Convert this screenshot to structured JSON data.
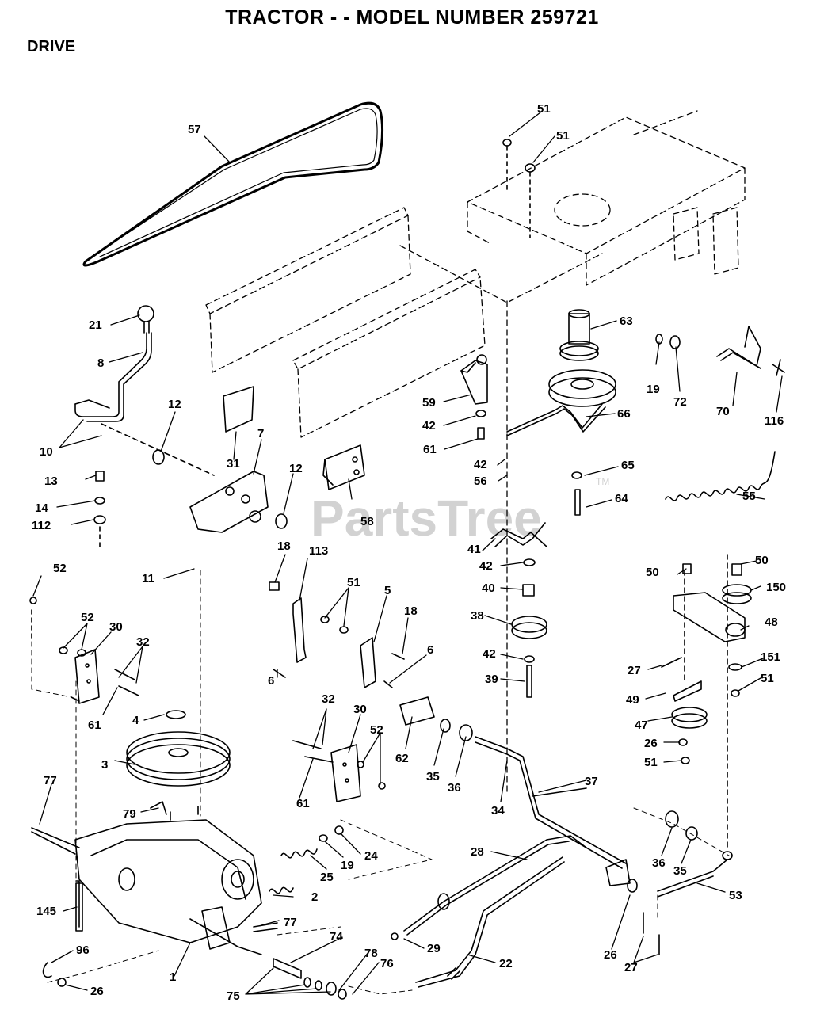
{
  "header": {
    "title": "TRACTOR - - MODEL NUMBER 259721",
    "section": "DRIVE"
  },
  "watermark": {
    "text": "PartsTree",
    "trademark": "TM",
    "color": "#d2d2d2"
  },
  "diagram": {
    "callouts": [
      {
        "id": "57",
        "text": "57"
      },
      {
        "id": "51a",
        "text": "51"
      },
      {
        "id": "51b",
        "text": "51"
      },
      {
        "id": "21",
        "text": "21"
      },
      {
        "id": "8",
        "text": "8"
      },
      {
        "id": "63",
        "text": "63"
      },
      {
        "id": "19a",
        "text": "19"
      },
      {
        "id": "72",
        "text": "72"
      },
      {
        "id": "70",
        "text": "70"
      },
      {
        "id": "116",
        "text": "116"
      },
      {
        "id": "59",
        "text": "59"
      },
      {
        "id": "66",
        "text": "66"
      },
      {
        "id": "42a",
        "text": "42"
      },
      {
        "id": "61a",
        "text": "61"
      },
      {
        "id": "12a",
        "text": "12"
      },
      {
        "id": "31",
        "text": "31"
      },
      {
        "id": "7",
        "text": "7"
      },
      {
        "id": "10",
        "text": "10"
      },
      {
        "id": "42b",
        "text": "42"
      },
      {
        "id": "56",
        "text": "56"
      },
      {
        "id": "65",
        "text": "65"
      },
      {
        "id": "13",
        "text": "13"
      },
      {
        "id": "12b",
        "text": "12"
      },
      {
        "id": "64",
        "text": "64"
      },
      {
        "id": "55",
        "text": "55"
      },
      {
        "id": "14",
        "text": "14"
      },
      {
        "id": "58",
        "text": "58"
      },
      {
        "id": "112",
        "text": "112"
      },
      {
        "id": "41",
        "text": "41"
      },
      {
        "id": "18a",
        "text": "18"
      },
      {
        "id": "113",
        "text": "113"
      },
      {
        "id": "42c",
        "text": "42"
      },
      {
        "id": "52a",
        "text": "52"
      },
      {
        "id": "50a",
        "text": "50"
      },
      {
        "id": "50b",
        "text": "50"
      },
      {
        "id": "11",
        "text": "11"
      },
      {
        "id": "51c",
        "text": "51"
      },
      {
        "id": "150",
        "text": "150"
      },
      {
        "id": "5",
        "text": "5"
      },
      {
        "id": "40",
        "text": "40"
      },
      {
        "id": "52b",
        "text": "52"
      },
      {
        "id": "30a",
        "text": "30"
      },
      {
        "id": "18b",
        "text": "18"
      },
      {
        "id": "38",
        "text": "38"
      },
      {
        "id": "48",
        "text": "48"
      },
      {
        "id": "32a",
        "text": "32"
      },
      {
        "id": "6a",
        "text": "6"
      },
      {
        "id": "42d",
        "text": "42"
      },
      {
        "id": "151",
        "text": "151"
      },
      {
        "id": "27a",
        "text": "27"
      },
      {
        "id": "6b",
        "text": "6"
      },
      {
        "id": "39",
        "text": "39"
      },
      {
        "id": "51d",
        "text": "51"
      },
      {
        "id": "61b",
        "text": "61"
      },
      {
        "id": "32b",
        "text": "32"
      },
      {
        "id": "49",
        "text": "49"
      },
      {
        "id": "30b",
        "text": "30"
      },
      {
        "id": "4",
        "text": "4"
      },
      {
        "id": "47",
        "text": "47"
      },
      {
        "id": "52c",
        "text": "52"
      },
      {
        "id": "26a",
        "text": "26"
      },
      {
        "id": "62",
        "text": "62"
      },
      {
        "id": "35a",
        "text": "35"
      },
      {
        "id": "36a",
        "text": "36"
      },
      {
        "id": "3",
        "text": "3"
      },
      {
        "id": "51e",
        "text": "51"
      },
      {
        "id": "37",
        "text": "37"
      },
      {
        "id": "77a",
        "text": "77"
      },
      {
        "id": "61c",
        "text": "61"
      },
      {
        "id": "34",
        "text": "34"
      },
      {
        "id": "79",
        "text": "79"
      },
      {
        "id": "28",
        "text": "28"
      },
      {
        "id": "24",
        "text": "24"
      },
      {
        "id": "19b",
        "text": "19"
      },
      {
        "id": "36b",
        "text": "36"
      },
      {
        "id": "35b",
        "text": "35"
      },
      {
        "id": "25",
        "text": "25"
      },
      {
        "id": "53",
        "text": "53"
      },
      {
        "id": "2",
        "text": "2"
      },
      {
        "id": "145",
        "text": "145"
      },
      {
        "id": "77b",
        "text": "77"
      },
      {
        "id": "26b",
        "text": "26"
      },
      {
        "id": "74",
        "text": "74"
      },
      {
        "id": "29",
        "text": "29"
      },
      {
        "id": "96",
        "text": "96"
      },
      {
        "id": "78",
        "text": "78"
      },
      {
        "id": "76",
        "text": "76"
      },
      {
        "id": "22",
        "text": "22"
      },
      {
        "id": "27b",
        "text": "27"
      },
      {
        "id": "1",
        "text": "1"
      },
      {
        "id": "26c",
        "text": "26"
      },
      {
        "id": "75",
        "text": "75"
      }
    ]
  }
}
